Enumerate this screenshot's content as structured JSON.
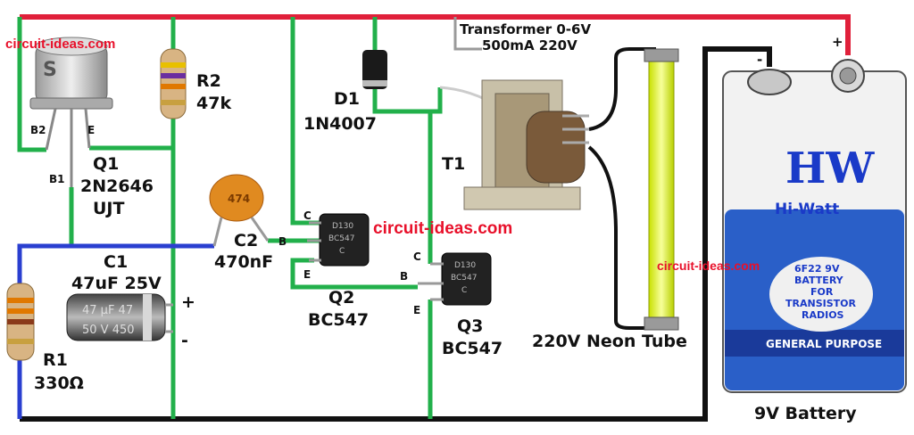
{
  "watermarks": [
    "circuit-ideas.com",
    "circuit-ideas.com",
    "circuit-ideas.com"
  ],
  "components": {
    "q1": {
      "ref": "Q1",
      "part": "2N2646",
      "type": "UJT",
      "pin_b2": "B2",
      "pin_e": "E",
      "pin_b1": "B1"
    },
    "r2": {
      "ref": "R2",
      "value": "47k"
    },
    "d1": {
      "ref": "D1",
      "part": "1N4007"
    },
    "transformer": {
      "title": "Transformer 0-6V",
      "rating": "500mA 220V",
      "ref": "T1"
    },
    "c2": {
      "ref": "C2",
      "value": "470nF",
      "marking": "474"
    },
    "c1": {
      "ref": "C1",
      "value": "47uF 25V",
      "marking_1": "47 µF  47",
      "marking_2": "50 V  450",
      "plus": "+",
      "minus": "-"
    },
    "q2": {
      "ref": "Q2",
      "part": "BC547",
      "pin_c": "C",
      "pin_b": "B",
      "pin_e": "E",
      "marking_1": "D130",
      "marking_2": "BC547",
      "marking_3": "C"
    },
    "q3": {
      "ref": "Q3",
      "part": "BC547",
      "pin_c": "C",
      "pin_b": "B",
      "pin_e": "E",
      "marking_1": "D130",
      "marking_2": "BC547",
      "marking_3": "C"
    },
    "r1": {
      "ref": "R1",
      "value": "330Ω"
    },
    "neon": {
      "label": "220V Neon Tube"
    },
    "battery": {
      "label": "9V Battery",
      "brand": "Hi-Watt",
      "logo": "HW",
      "spec_1": "6F22 9V",
      "spec_2": "BATTERY",
      "spec_3": "FOR",
      "spec_4": "TRANSISTOR",
      "spec_5": "RADIOS",
      "band": "GENERAL PURPOSE",
      "term_minus": "-",
      "term_plus": "+"
    }
  },
  "colors": {
    "positive_wire": "#e0203a",
    "negative_wire": "#111111",
    "signal_wire": "#22b04b",
    "blue_wire": "#2a3fd0",
    "watermark": "#e8102a"
  }
}
